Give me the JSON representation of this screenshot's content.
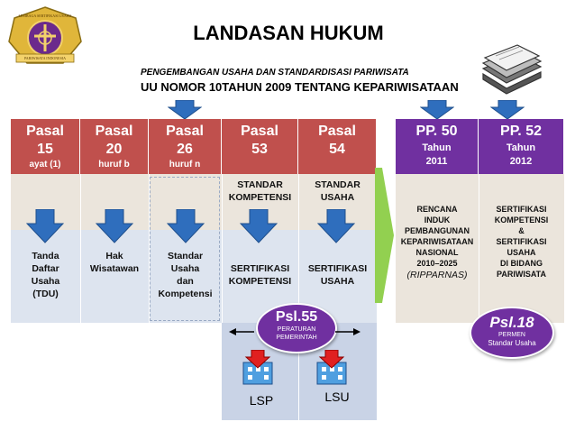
{
  "logo": {
    "top_text": "LEMBAGA SERTIFIKASI USAHA",
    "bottom_text": "PARIWISATA INDONESIA"
  },
  "title": "LANDASAN HUKUM",
  "subtitle": "PENGEMBANGAN USAHA DAN STANDARDISASI PARIWISATA",
  "law": "UU NOMOR 10TAHUN 2009 TENTANG KEPARIWISATAAN",
  "pasal": [
    {
      "name": "Pasal",
      "num": "15",
      "sub": "ayat (1)"
    },
    {
      "name": "Pasal",
      "num": "20",
      "sub": "huruf b"
    },
    {
      "name": "Pasal",
      "num": "26",
      "sub": "huruf n"
    },
    {
      "name": "Pasal",
      "num": "53",
      "sub": ""
    },
    {
      "name": "Pasal",
      "num": "54",
      "sub": ""
    }
  ],
  "pp": [
    {
      "name": "PP. 50",
      "label": "Tahun",
      "year": "2011"
    },
    {
      "name": "PP. 52",
      "label": "Tahun",
      "year": "2012"
    }
  ],
  "row1": {
    "p53_a": "STANDAR",
    "p53_b": "KOMPETENSI",
    "p54_a": "STANDAR",
    "p54_b": "USAHA"
  },
  "row2": {
    "c1": [
      "Tanda",
      "Daftar",
      "Usaha",
      "(TDU)"
    ],
    "c2": [
      "Hak",
      "Wisatawan"
    ],
    "c3": [
      "Standar",
      "Usaha",
      "dan",
      "Kompetensi"
    ],
    "c4": [
      "SERTIFIKASI",
      "KOMPETENSI"
    ],
    "c5": [
      "SERTIFIKASI",
      "USAHA"
    ]
  },
  "pp50_text": [
    "RENCANA",
    "INDUK",
    "PEMBANGUNAN",
    "KEPARIWISATAAN",
    "NASIONAL",
    "2010–2025",
    "(RIPPARNAS)"
  ],
  "pp52_text": [
    "SERTIFIKASI",
    "KOMPETENSI",
    "&",
    "SERTIFIKASI",
    "USAHA",
    "DI BIDANG",
    "PARIWISATA"
  ],
  "psl55": {
    "title": "Psl.55",
    "line1": "PERATURAN",
    "line2": "PEMERINTAH"
  },
  "psl18": {
    "title": "Psl.18",
    "line1": "PERMEN",
    "line2": "Standar Usaha"
  },
  "lsp": "LSP",
  "lsu": "LSU",
  "colors": {
    "red": "#c0504d",
    "purple": "#7030a0",
    "arrow": "#2f6ebd",
    "green": "#92d050"
  }
}
